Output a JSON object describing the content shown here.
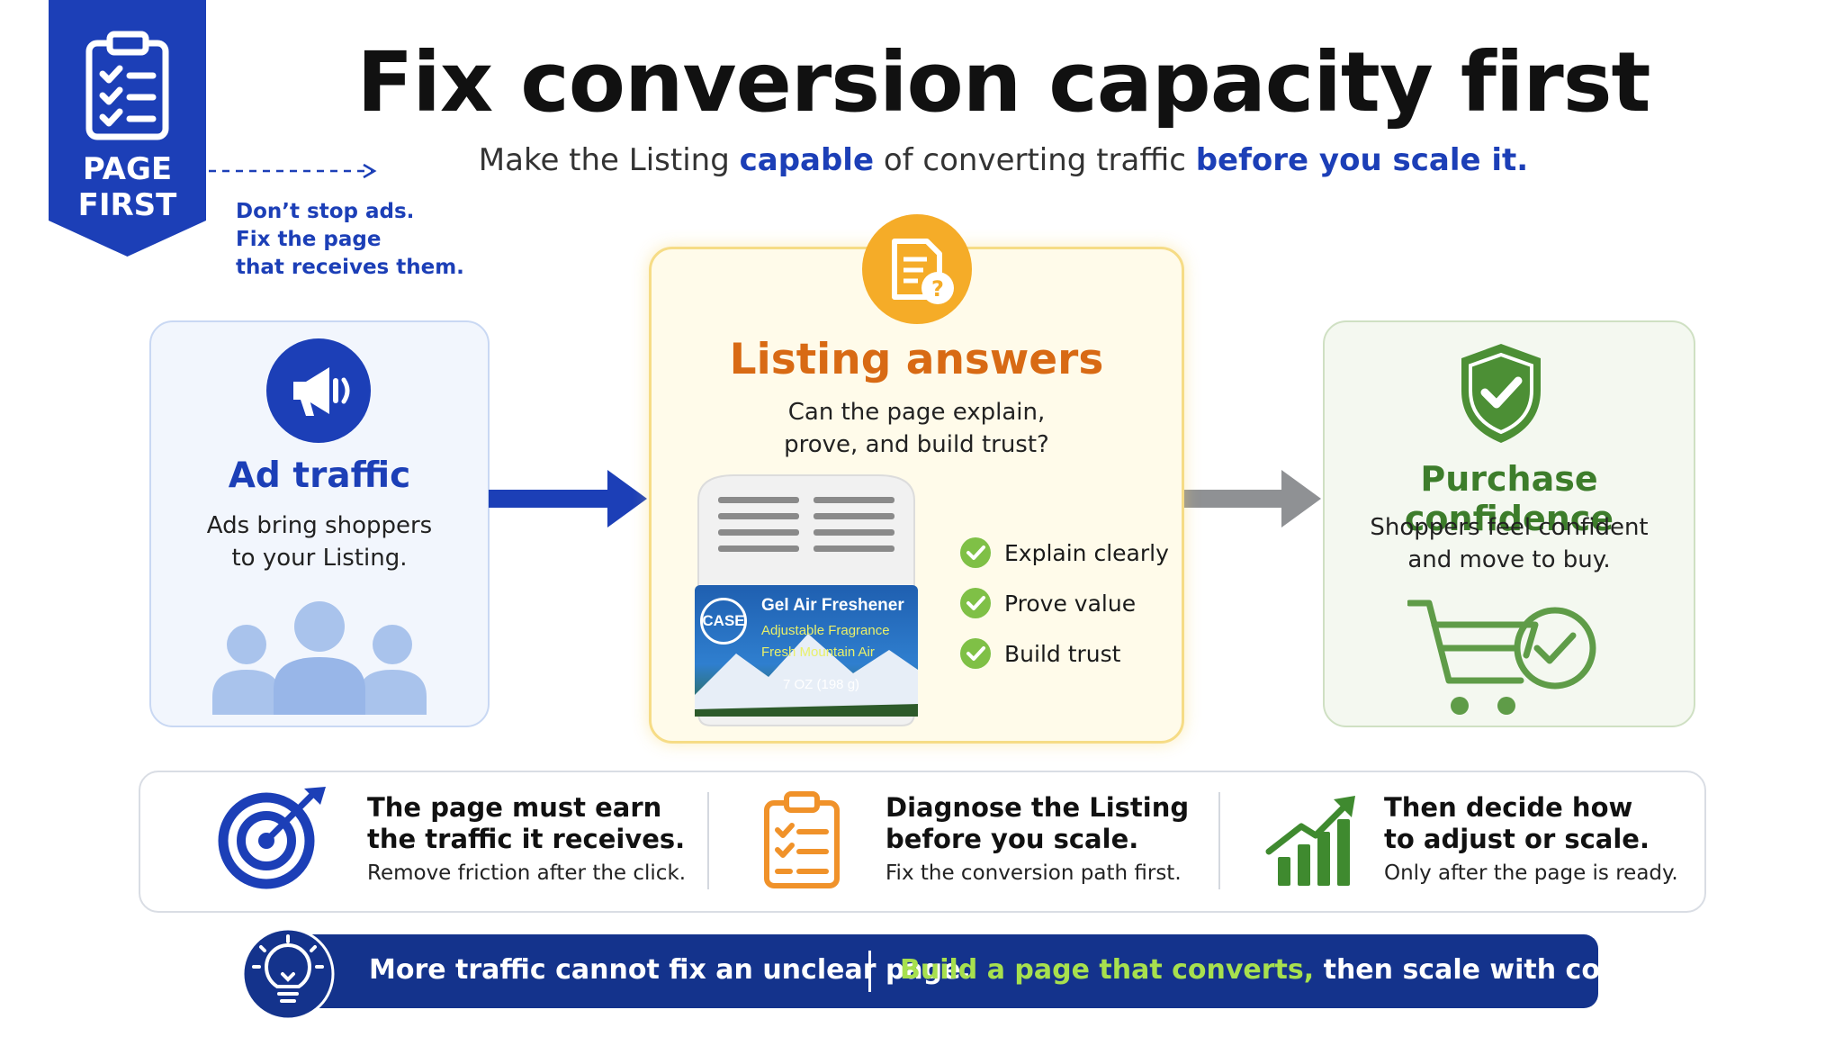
{
  "ribbon": {
    "line1": "PAGE",
    "line2": "FIRST",
    "icon": "clipboard-checklist-icon",
    "color": "#1c3fb7"
  },
  "note": {
    "line1": "Don’t stop ads.",
    "line2": "Fix the page",
    "line3": "that receives them."
  },
  "header": {
    "title": "Fix conversion capacity first",
    "subtitle_part1": "Make the Listing ",
    "subtitle_em1": "capable",
    "subtitle_part2": " of converting traffic ",
    "subtitle_em2": "before you scale it."
  },
  "ad_traffic": {
    "icon": "megaphone-icon",
    "title": "Ad traffic",
    "text_line1": "Ads bring shoppers",
    "text_line2": "to your Listing.",
    "people_icon": "people-group-icon"
  },
  "listing": {
    "icon": "document-question-icon",
    "title": "Listing answers",
    "text_line1": "Can the page explain,",
    "text_line2": "prove, and build trust?",
    "checks": [
      "Explain clearly",
      "Prove value",
      "Build trust"
    ],
    "product": {
      "brand": "CASE",
      "name": "Gel Air Freshener",
      "sub1": "Adjustable Fragrance",
      "sub2": "Fresh Mountain Air",
      "size": "7 OZ (198 g)"
    }
  },
  "confidence": {
    "icon": "shield-check-icon",
    "title": "Purchase confidence",
    "text_line1": "Shoppers feel confident",
    "text_line2": "and move to buy.",
    "cart_icon": "cart-check-icon"
  },
  "steps": [
    {
      "icon": "target-arrow-icon",
      "title_line1": "The page must earn",
      "title_line2": "the traffic it receives.",
      "sub": "Remove friction after the click."
    },
    {
      "icon": "clipboard-list-icon",
      "title_line1": "Diagnose the Listing",
      "title_line2": "before you scale.",
      "sub": "Fix the conversion path first."
    },
    {
      "icon": "bar-chart-growth-icon",
      "title_line1": "Then decide how",
      "title_line2": "to adjust or scale.",
      "sub": "Only after the page is ready."
    }
  ],
  "banner": {
    "icon": "lightbulb-icon",
    "left": "More traffic cannot fix an unclear page.",
    "right_green": "Build a page that converts,",
    "right_white": " then scale with confidence."
  },
  "colors": {
    "blue": "#1c3fb7",
    "orange": "#f0a12a",
    "green": "#4c8f35",
    "navy": "#14338c"
  }
}
